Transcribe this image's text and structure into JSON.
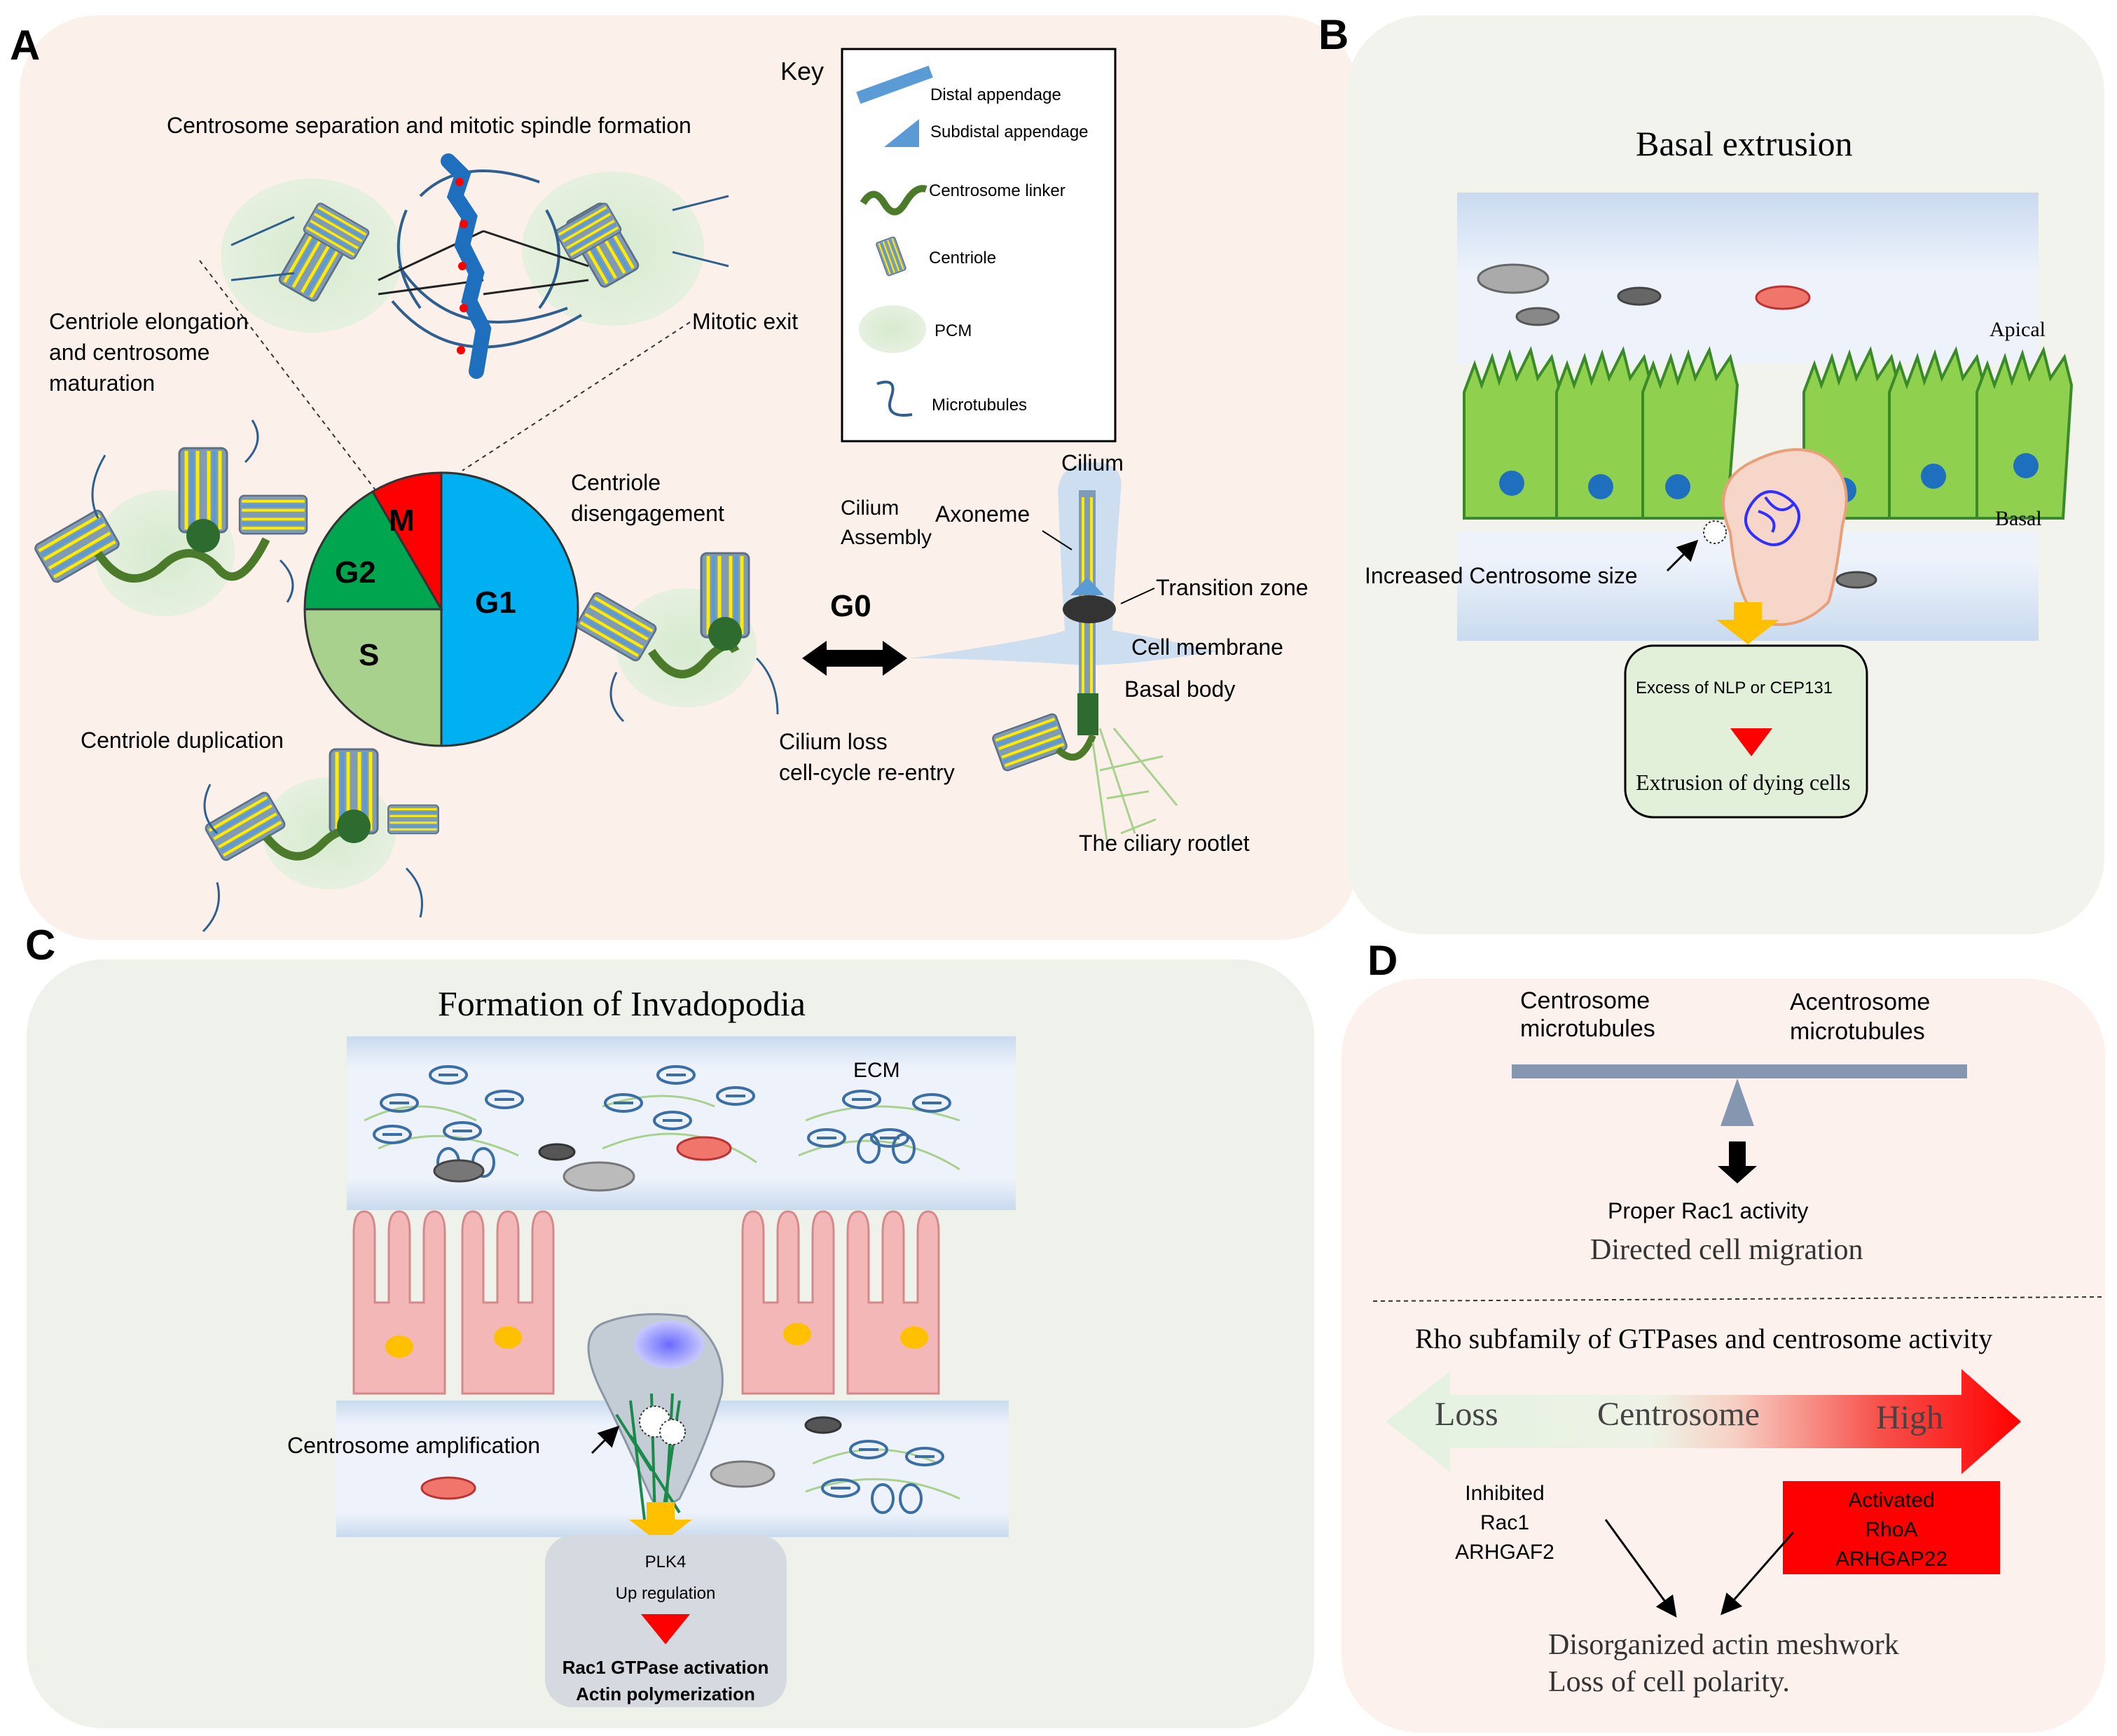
{
  "panels": {
    "a": {
      "letter": "A",
      "key_title": "Key",
      "key_items": [
        "Distal appendage",
        "Subdistal appendage",
        "Centrosome linker",
        "Centriole",
        "PCM",
        "Microtubules"
      ],
      "title_top": "Centrosome  separation  and  mitotic spindle formation",
      "mitotic_exit": "Mitotic exit",
      "elongation": [
        "Centriole elongation",
        "and centrosome",
        "maturation"
      ],
      "disengagement": [
        "Centriole",
        "disengagement"
      ],
      "duplication": "Centriole duplication",
      "cycle_phases": [
        "M",
        "G2",
        "S",
        "G1"
      ],
      "g0": "G0",
      "cilium_assembly": [
        "Cilium",
        "Assembly"
      ],
      "cilium_loss": [
        "Cilium loss",
        "cell-cycle re-entry"
      ],
      "cilium": "Cilium",
      "axoneme": "Axoneme",
      "transition_zone": "Transition  zone",
      "cell_membrane": "Cell membrane",
      "basal_body": "Basal body",
      "rootlet": "The ciliary rootlet"
    },
    "b": {
      "letter": "B",
      "title": "Basal extrusion",
      "apical": "Apical",
      "basal": "Basal",
      "increased": "Increased  Centrosome size",
      "excess": "Excess of  NLP or CEP131",
      "extrusion": "Extrusion of dying cells"
    },
    "c": {
      "letter": "C",
      "title": "Formation of Invadopodia",
      "ecm": "ECM",
      "amplification": "Centrosome  amplification",
      "plk4": "PLK4",
      "upregulation": "Up regulation",
      "rac1": "Rac1  GTPase activation",
      "actin": "Actin polymerization"
    },
    "d": {
      "letter": "D",
      "centrosome_mt": [
        "Centrosome",
        "microtubules"
      ],
      "acentrosome_mt": [
        "Acentrosome",
        "microtubules"
      ],
      "proper": "Proper  Rac1  activity",
      "directed": "Directed cell migration",
      "rho_title": "Rho subfamily of GTPases and centrosome activity",
      "loss": "Loss",
      "centrosome": "Centrosome",
      "high": "High",
      "inhibited": [
        "Inhibited",
        "Rac1",
        "ARHGAF2"
      ],
      "activated": [
        "Activated",
        "RhoA",
        "ARHGAP22"
      ],
      "result": [
        "Disorganized actin meshwork",
        "Loss of cell polarity."
      ]
    }
  },
  "colors": {
    "panel_a_bg": "#fbf1ea",
    "panel_b_bg": "#f1f3ec",
    "panel_c_bg": "#eff2ea",
    "panel_d_bg": "#fcf1ec",
    "g1": "#00b0f0",
    "s": "#a9d18e",
    "g2": "#00a550",
    "m": "#ff0000",
    "cell_green": "#8fd14f",
    "cell_pink": "#f4b7b7",
    "arrow_orange": "#ffc000",
    "activated_box": "#ff0000"
  }
}
